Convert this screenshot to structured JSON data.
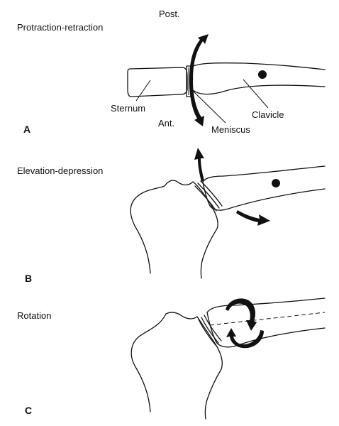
{
  "panels": [
    {
      "letter": "A",
      "title": "Protraction-retraction",
      "labels": {
        "posterior": "Post.",
        "anterior": "Ant.",
        "sternum": "Sternum",
        "clavicle": "Clavicle",
        "meniscus": "Meniscus"
      }
    },
    {
      "letter": "B",
      "title": "Elevation-depression"
    },
    {
      "letter": "C",
      "title": "Rotation"
    }
  ]
}
